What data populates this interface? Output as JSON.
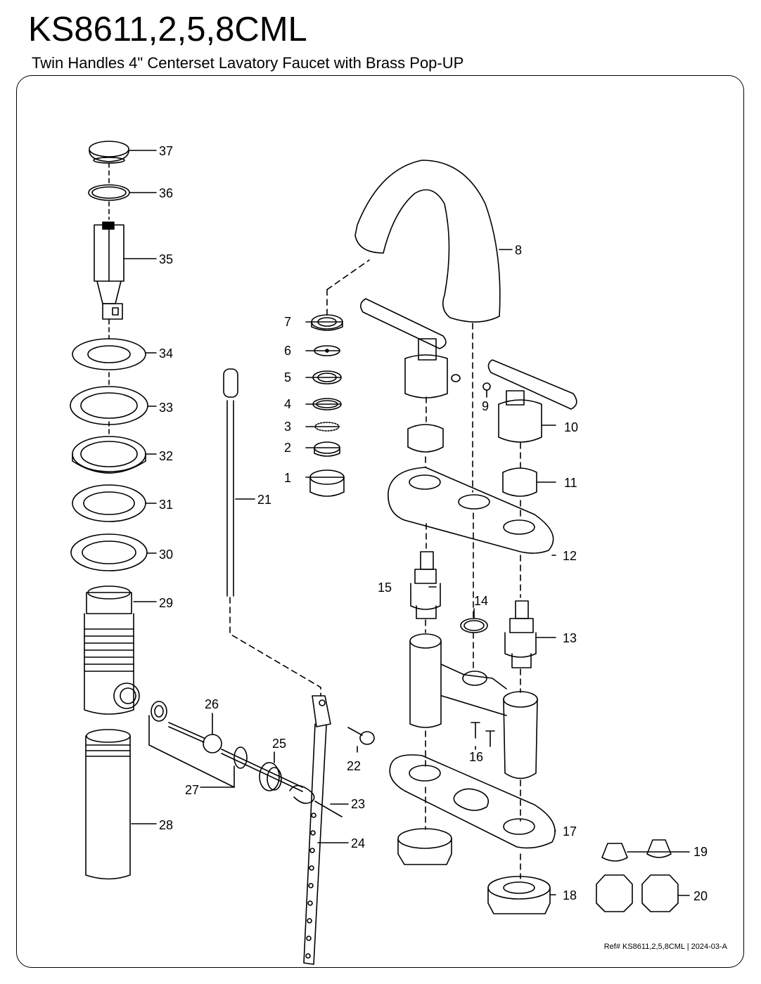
{
  "header": {
    "model": "KS8611,2,5,8CML",
    "subtitle": "Twin Handles 4\" Centerset Lavatory Faucet with Brass Pop-UP"
  },
  "footer": {
    "reference": "Ref# KS8611,2,5,8CML | 2024-03-A"
  },
  "parts": [
    "1",
    "2",
    "3",
    "4",
    "5",
    "6",
    "7",
    "8",
    "9",
    "10",
    "11",
    "12",
    "13",
    "14",
    "15",
    "16",
    "17",
    "18",
    "19",
    "20",
    "21",
    "22",
    "23",
    "24",
    "25",
    "26",
    "27",
    "28",
    "29",
    "30",
    "31",
    "32",
    "33",
    "34",
    "35",
    "36",
    "37"
  ]
}
